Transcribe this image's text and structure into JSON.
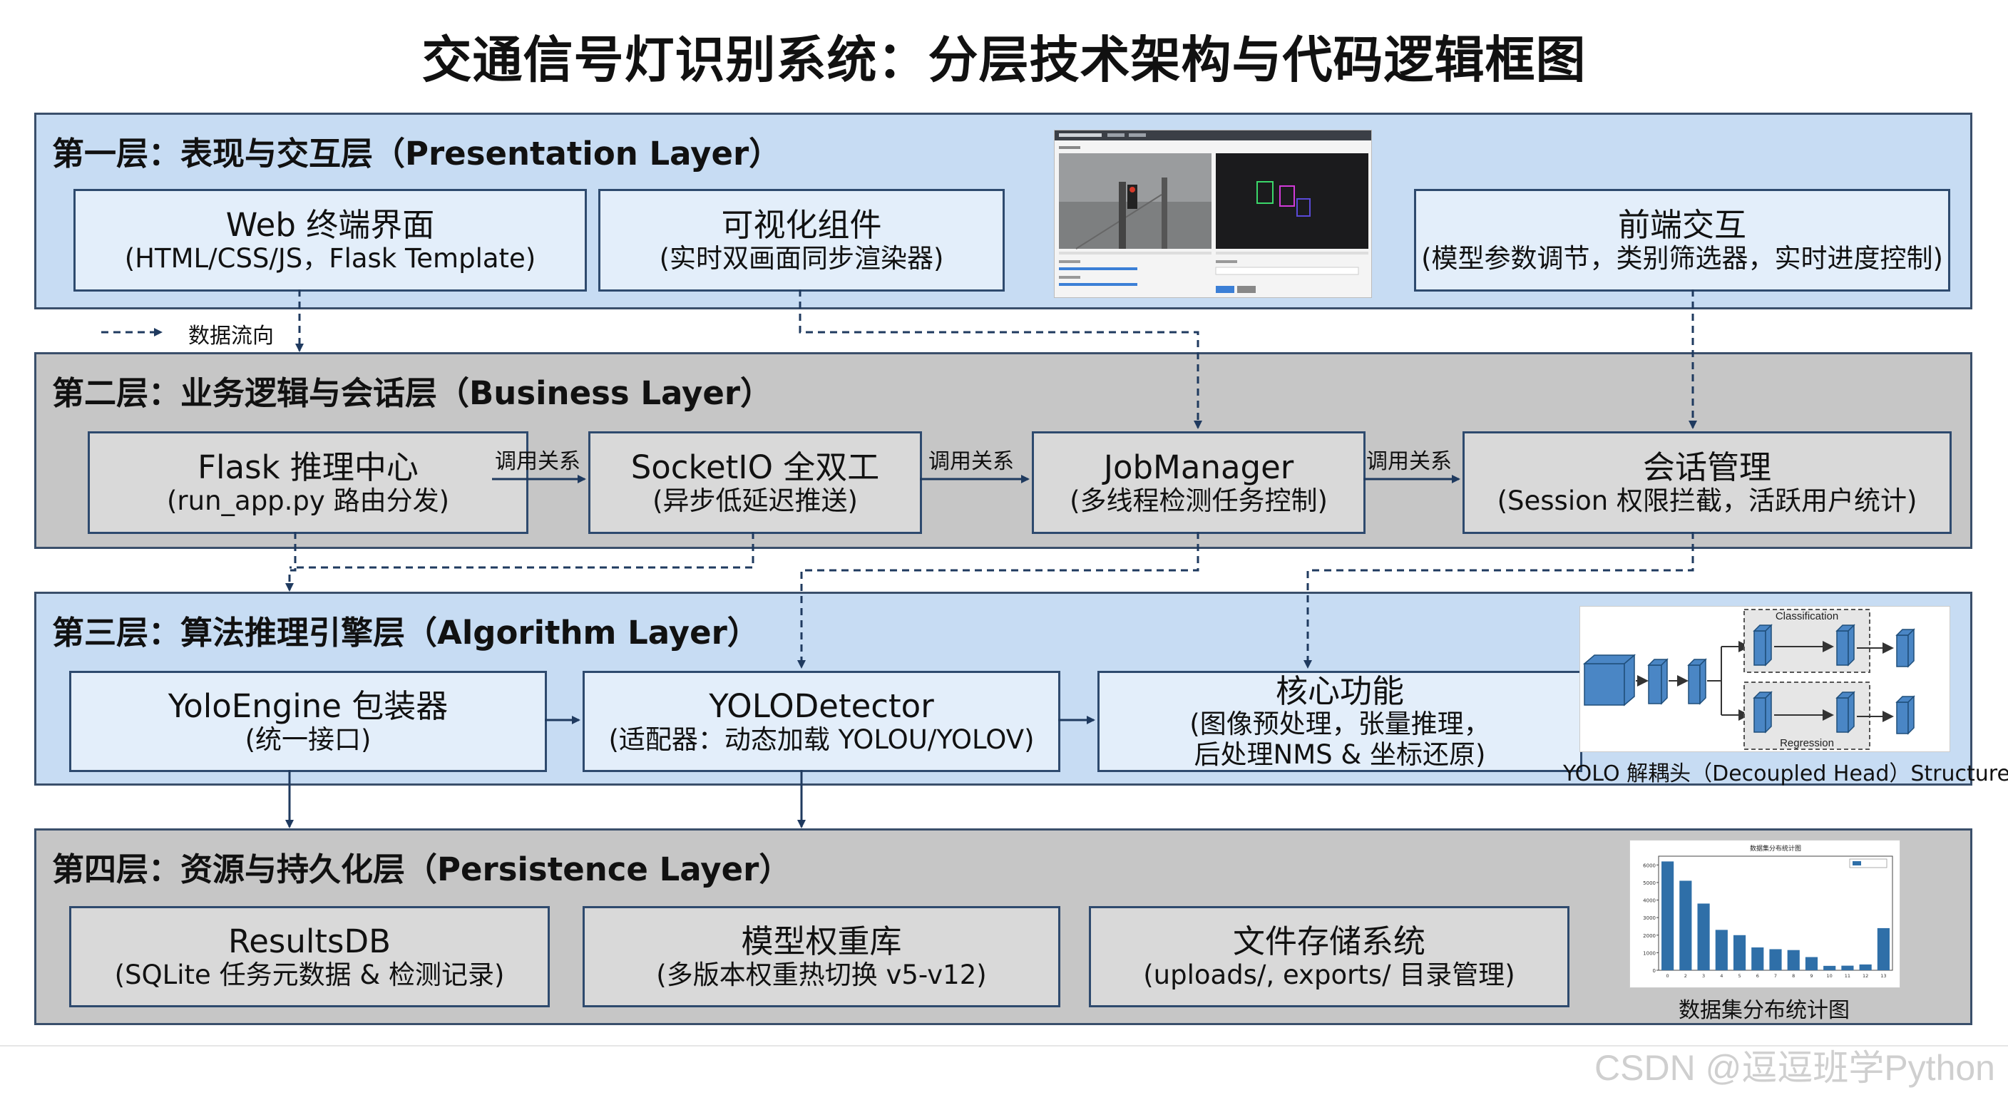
{
  "title": "交通信号灯识别系统：分层技术架构与代码逻辑框图",
  "legend": {
    "label": "数据流向"
  },
  "layers": [
    {
      "title": "第一层：表现与交互层（Presentation Layer）",
      "nodes": [
        {
          "title": "Web 终端界面",
          "subtitle": "(HTML/CSS/JS，Flask Template)"
        },
        {
          "title": "可视化组件",
          "subtitle": "(实时双画面同步渲染器)"
        },
        {
          "title": "前端交互",
          "subtitle": "(模型参数调节，类别筛选器，实时进度控制)"
        }
      ]
    },
    {
      "title": "第二层：业务逻辑与会话层（Business Layer）",
      "nodes": [
        {
          "title": "Flask 推理中心",
          "subtitle": "(run_app.py 路由分发)"
        },
        {
          "title": "SocketIO 全双工",
          "subtitle": "(异步低延迟推送)"
        },
        {
          "title": "JobManager",
          "subtitle": "(多线程检测任务控制)"
        },
        {
          "title": "会话管理",
          "subtitle": "(Session 权限拦截，活跃用户统计)"
        }
      ],
      "edge_labels": [
        "调用关系",
        "调用关系",
        "调用关系"
      ]
    },
    {
      "title": "第三层：算法推理引擎层（Algorithm Layer）",
      "nodes": [
        {
          "title": "YoloEngine 包装器",
          "subtitle": "(统一接口)"
        },
        {
          "title": "YOLODetector",
          "subtitle": "(适配器：动态加载 YOLOU/YOLOV)"
        },
        {
          "title": "核心功能",
          "subtitle": "(图像预处理，张量推理，",
          "subtitle2": "后处理NMS & 坐标还原)"
        }
      ],
      "figure_caption": "YOLO 解耦头（Decoupled Head）Structure",
      "figure_labels": {
        "top": "Classification",
        "bottom": "Regression"
      }
    },
    {
      "title": "第四层：资源与持久化层（Persistence Layer）",
      "nodes": [
        {
          "title": "ResultsDB",
          "subtitle": "(SQLite 任务元数据 & 检测记录)"
        },
        {
          "title": "模型权重库",
          "subtitle": "(多版本权重热切换 v5-v12)"
        },
        {
          "title": "文件存储系统",
          "subtitle": "(uploads/, exports/ 目录管理)"
        }
      ],
      "figure_caption": "数据集分布统计图"
    }
  ],
  "chart_data": {
    "type": "bar",
    "title": "数据集分布统计图",
    "categories": [
      "0",
      "2",
      "3",
      "4",
      "5",
      "6",
      "7",
      "8",
      "9",
      "10",
      "11",
      "12",
      "13"
    ],
    "values": [
      6200,
      5100,
      3800,
      2300,
      2000,
      1300,
      1200,
      1150,
      750,
      250,
      260,
      330,
      2400
    ],
    "ylim": [
      0,
      6500
    ],
    "yticks": [
      "0",
      "1000",
      "2000",
      "3000",
      "4000",
      "5000",
      "6000"
    ],
    "bar_color": "#2f6fa8"
  },
  "watermark": "CSDN @逗逗班学Python"
}
